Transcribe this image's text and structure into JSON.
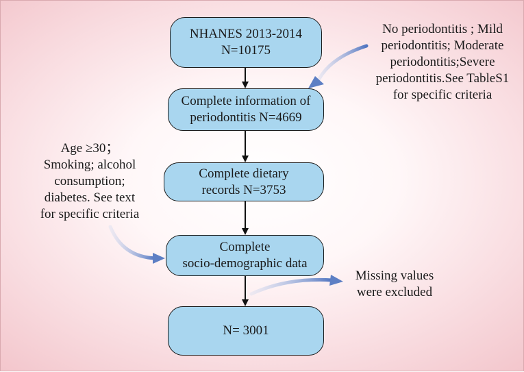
{
  "boxes": [
    {
      "lines": [
        "NHANES 2013-2014",
        "N=10175"
      ]
    },
    {
      "lines": [
        "Complete information of",
        "periodontitis N=4669"
      ]
    },
    {
      "lines": [
        "Complete dietary",
        "records  N=3753"
      ]
    },
    {
      "lines": [
        "Complete",
        "socio-demographic data"
      ]
    },
    {
      "lines": [
        "N= 3001"
      ]
    }
  ],
  "notes": {
    "periodontitis_criteria": {
      "lines": [
        "No periodontitis ; Mild",
        "periodontitis; Moderate",
        "periodontitis;Severe",
        "periodontitis.See TableS1",
        "for specific criteria"
      ]
    },
    "inclusion_criteria": {
      "lines": [
        "Age ≥30；",
        "Smoking; alcohol",
        "consumption;",
        "diabetes. See text",
        "for specific criteria"
      ]
    },
    "missing_values": {
      "lines": [
        "Missing values",
        "were excluded"
      ]
    }
  },
  "colors": {
    "box_fill": "#a9d6ef",
    "box_border": "#1c1c1c",
    "curved_arrow": "#5d7fc4",
    "background_edge": "#f3c6cc"
  }
}
